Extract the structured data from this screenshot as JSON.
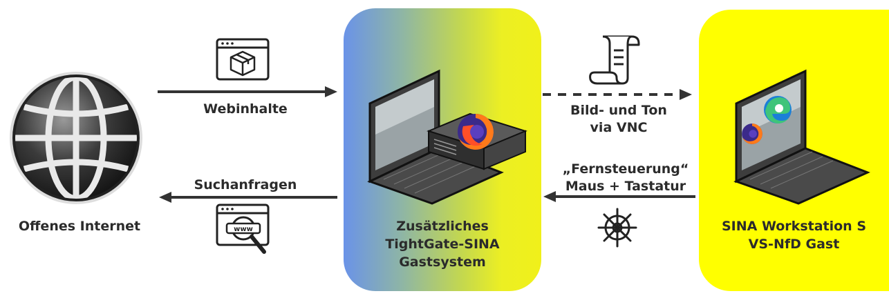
{
  "nodes": {
    "internet": {
      "label": "Offenes Internet"
    },
    "guest": {
      "label_lines": [
        "Zusätzliches",
        "TightGate-SINA",
        "Gastsystem"
      ]
    },
    "workstation": {
      "label_lines": [
        "SINA Workstation S",
        "VS-NfD Gast"
      ]
    }
  },
  "edges": {
    "web_content": {
      "label": "Webinhalte"
    },
    "search": {
      "label": "Suchanfragen"
    },
    "vnc": {
      "label_lines": [
        "Bild- und Ton",
        "via VNC"
      ]
    },
    "remote": {
      "label_lines": [
        "„Fernsteuerung“",
        "Maus + Tastatur"
      ]
    }
  },
  "icons": [
    "globe-icon",
    "browser-package-icon",
    "browser-search-icon",
    "scroll-icon",
    "ship-wheel-icon",
    "laptop-icon",
    "server-icon",
    "firefox-icon",
    "edge-icon"
  ],
  "colors": {
    "guest_gradient_start": "#6a93e8",
    "guest_gradient_end": "#f0f01a",
    "workstation_bg": "#ffff00"
  }
}
